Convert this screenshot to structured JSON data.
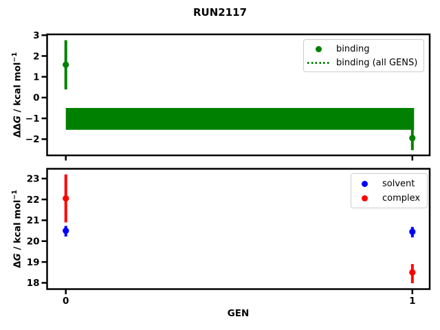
{
  "title": "RUN2117",
  "xlabel": "GEN",
  "colors": {
    "binding_green": "#008000",
    "solvent_blue": "#0000ff",
    "complex_red": "#ff0000",
    "axes_black": "#000000",
    "legend_border": "#cccccc",
    "background": "#ffffff"
  },
  "chart_data": [
    {
      "type": "scatter",
      "title": "RUN2117",
      "ylabel": {
        "prefix": "ΔΔ",
        "italic": "G",
        "rest": " / kcal mol",
        "sup": "−1"
      },
      "xlim": [
        -0.054,
        1.05
      ],
      "ylim": [
        -2.78,
        3.04
      ],
      "yticks": [
        3,
        2,
        1,
        0,
        -1,
        -2
      ],
      "xticks": [
        0,
        1
      ],
      "xticklabels": [],
      "grid": false,
      "legend_position": "upper right",
      "legend": [
        {
          "label": "binding",
          "marker": "dot",
          "color": "#008000"
        },
        {
          "label": "binding (all GENS)",
          "marker": "dotted-line",
          "color": "#008000"
        }
      ],
      "series": [
        {
          "name": "binding",
          "color": "#008000",
          "points": [
            {
              "x": 0,
              "y": 1.58,
              "err_lo": 0.39,
              "err_hi": 2.76
            },
            {
              "x": 1,
              "y": -1.95,
              "err_lo": -2.53,
              "err_hi": -1.4
            }
          ]
        }
      ],
      "band": {
        "label": "binding (all GENS)",
        "x": [
          0,
          1
        ],
        "y_lo": -1.55,
        "y_hi": -0.5,
        "color": "#008000"
      }
    },
    {
      "type": "scatter",
      "ylabel": {
        "prefix": "Δ",
        "italic": "G",
        "rest": " / kcal mol",
        "sup": "−1"
      },
      "xlim": [
        -0.054,
        1.05
      ],
      "ylim": [
        17.7,
        23.47
      ],
      "yticks": [
        23,
        22,
        21,
        20,
        19,
        18
      ],
      "xticks": [
        0,
        1
      ],
      "xticklabels": [
        "0",
        "1"
      ],
      "xlabel": "GEN",
      "grid": false,
      "legend_position": "upper right",
      "legend": [
        {
          "label": "solvent",
          "marker": "dot",
          "color": "#0000ff"
        },
        {
          "label": "complex",
          "marker": "dot",
          "color": "#ff0000"
        }
      ],
      "series": [
        {
          "name": "solvent",
          "color": "#0000ff",
          "points": [
            {
              "x": 0,
              "y": 20.5,
              "err_lo": 20.22,
              "err_hi": 20.73
            },
            {
              "x": 1,
              "y": 20.45,
              "err_lo": 20.18,
              "err_hi": 20.68
            }
          ]
        },
        {
          "name": "complex",
          "color": "#ff0000",
          "points": [
            {
              "x": 0,
              "y": 22.05,
              "err_lo": 20.9,
              "err_hi": 23.2
            },
            {
              "x": 1,
              "y": 18.5,
              "err_lo": 17.98,
              "err_hi": 18.9
            }
          ]
        }
      ]
    }
  ]
}
